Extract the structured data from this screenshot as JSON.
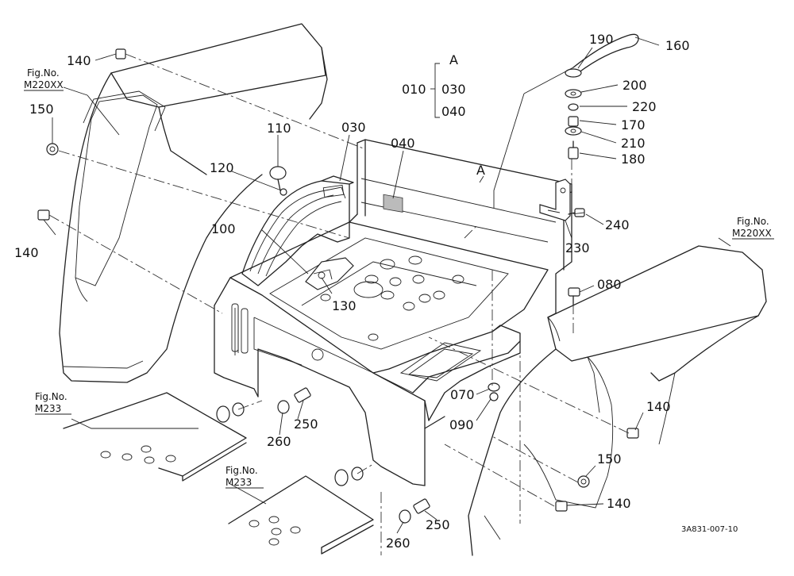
{
  "drawing_code": "3A831-007-10",
  "callouts": {
    "c010": "010",
    "c030a": "030",
    "c040a": "040",
    "a_key": "A",
    "c030": "030",
    "c040": "040",
    "c_a": "A",
    "c100": "100",
    "c110": "110",
    "c120": "120",
    "c130": "130",
    "c140a": "140",
    "c140b": "140",
    "c140c": "140",
    "c140d": "140",
    "c150a": "150",
    "c150b": "150",
    "c160": "160",
    "c170": "170",
    "c180": "180",
    "c190": "190",
    "c200": "200",
    "c210": "210",
    "c220": "220",
    "c230": "230",
    "c240": "240",
    "c070": "070",
    "c080": "080",
    "c090": "090",
    "c250a": "250",
    "c250b": "250",
    "c260a": "260",
    "c260b": "260"
  },
  "figure_refs": {
    "left_fender": {
      "line1": "Fig.No.",
      "line2": "M220XX"
    },
    "right_fender": {
      "line1": "Fig.No.",
      "line2": "M220XX"
    },
    "step_upper": {
      "line1": "Fig.No.",
      "line2": "M233"
    },
    "step_lower": {
      "line1": "Fig.No.",
      "line2": "M233"
    }
  }
}
